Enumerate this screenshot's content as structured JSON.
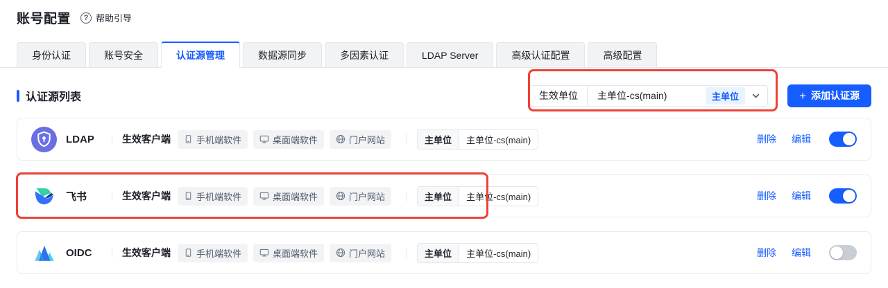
{
  "page": {
    "title": "账号配置",
    "help_icon": "?",
    "help_label": "帮助引导"
  },
  "tabs": [
    {
      "name": "tab-identity-auth",
      "label": "身份认证",
      "active": false
    },
    {
      "name": "tab-account-security",
      "label": "账号安全",
      "active": false
    },
    {
      "name": "tab-auth-source-mgmt",
      "label": "认证源管理",
      "active": true
    },
    {
      "name": "tab-data-source-sync",
      "label": "数据源同步",
      "active": false
    },
    {
      "name": "tab-mfa",
      "label": "多因素认证",
      "active": false
    },
    {
      "name": "tab-ldap-server",
      "label": "LDAP Server",
      "active": false
    },
    {
      "name": "tab-advanced-auth-config",
      "label": "高级认证配置",
      "active": false
    },
    {
      "name": "tab-advanced-config",
      "label": "高级配置",
      "active": false
    }
  ],
  "section": {
    "title": "认证源列表"
  },
  "unit_selector": {
    "label": "生效单位",
    "value": "主单位-cs(main)",
    "badge": "主单位"
  },
  "toolbar": {
    "plus": "+",
    "add_label": "添加认证源"
  },
  "rows": [
    {
      "name": "row-ldap",
      "icon": "ldap-icon",
      "title": "LDAP",
      "client_label": "生效客户端",
      "tags": [
        {
          "icon": "phone-icon",
          "label": "手机端软件"
        },
        {
          "icon": "monitor-icon",
          "label": "桌面端软件"
        },
        {
          "icon": "globe-icon",
          "label": "门户网站"
        }
      ],
      "unit_label": "主单位",
      "unit_value": "主单位-cs(main)",
      "delete_label": "删除",
      "edit_label": "编辑",
      "enabled": true
    },
    {
      "name": "row-feishu",
      "icon": "feishu-icon",
      "title": "飞书",
      "client_label": "生效客户端",
      "tags": [
        {
          "icon": "phone-icon",
          "label": "手机端软件"
        },
        {
          "icon": "monitor-icon",
          "label": "桌面端软件"
        },
        {
          "icon": "globe-icon",
          "label": "门户网站"
        }
      ],
      "unit_label": "主单位",
      "unit_value": "主单位-cs(main)",
      "delete_label": "删除",
      "edit_label": "编辑",
      "enabled": true
    },
    {
      "name": "row-oidc",
      "icon": "oidc-icon",
      "title": "OIDC",
      "client_label": "生效客户端",
      "tags": [
        {
          "icon": "phone-icon",
          "label": "手机端软件"
        },
        {
          "icon": "monitor-icon",
          "label": "桌面端软件"
        },
        {
          "icon": "globe-icon",
          "label": "门户网站"
        }
      ],
      "unit_label": "主单位",
      "unit_value": "主单位-cs(main)",
      "delete_label": "删除",
      "edit_label": "编辑",
      "enabled": false
    }
  ],
  "colors": {
    "accent": "#165dff",
    "annotation": "#ee4135",
    "badge_bg": "#e8f3ff",
    "tag_bg": "#f2f3f5",
    "border": "#e5e6eb",
    "toggle_off": "#c9cdd4"
  }
}
